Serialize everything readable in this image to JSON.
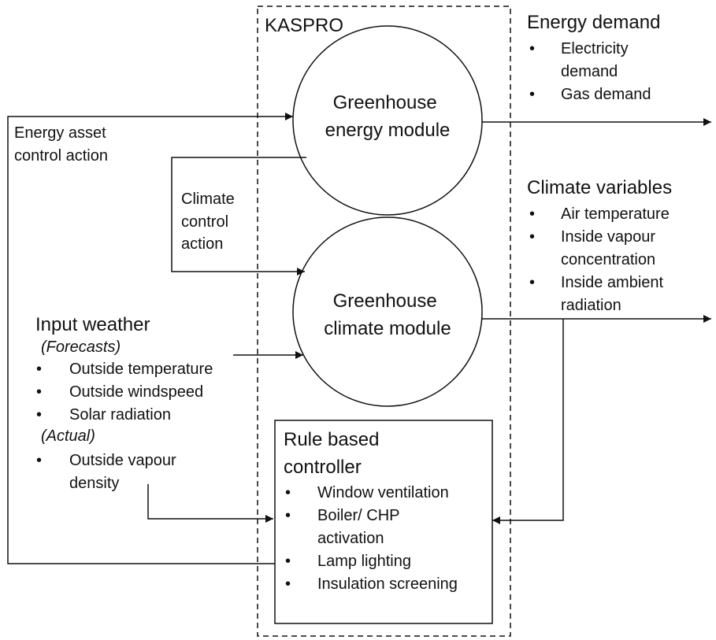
{
  "system_label": "KASPRO",
  "modules": {
    "energy": [
      "Greenhouse",
      "energy module"
    ],
    "climate": [
      "Greenhouse",
      "climate module"
    ]
  },
  "controller": {
    "title": [
      "Rule based",
      "controller"
    ],
    "items": [
      [
        "Window ventilation"
      ],
      [
        "Boiler/ CHP",
        "activation"
      ],
      [
        "Lamp lighting"
      ],
      [
        "Insulation screening"
      ]
    ]
  },
  "energy_demand": {
    "title": "Energy demand",
    "items": [
      [
        "Electricity",
        "demand"
      ],
      [
        "Gas demand"
      ]
    ]
  },
  "climate_variables": {
    "title": "Climate variables",
    "items": [
      [
        "Air temperature"
      ],
      [
        "Inside vapour",
        "concentration"
      ],
      [
        "Inside ambient",
        "radiation"
      ]
    ]
  },
  "energy_asset_label": [
    "Energy asset",
    "control action"
  ],
  "climate_control_label": [
    "Climate",
    "control",
    "action"
  ],
  "input_weather": {
    "title": "Input weather",
    "forecasts_label": "(Forecasts)",
    "forecast_items": [
      [
        "Outside temperature"
      ],
      [
        "Outside windspeed"
      ],
      [
        "Solar radiation"
      ]
    ],
    "actual_label": "(Actual)",
    "actual_items": [
      [
        "Outside vapour",
        "density"
      ]
    ]
  },
  "bullet": "•",
  "colors": {
    "line": "#111111",
    "background": "#ffffff"
  }
}
